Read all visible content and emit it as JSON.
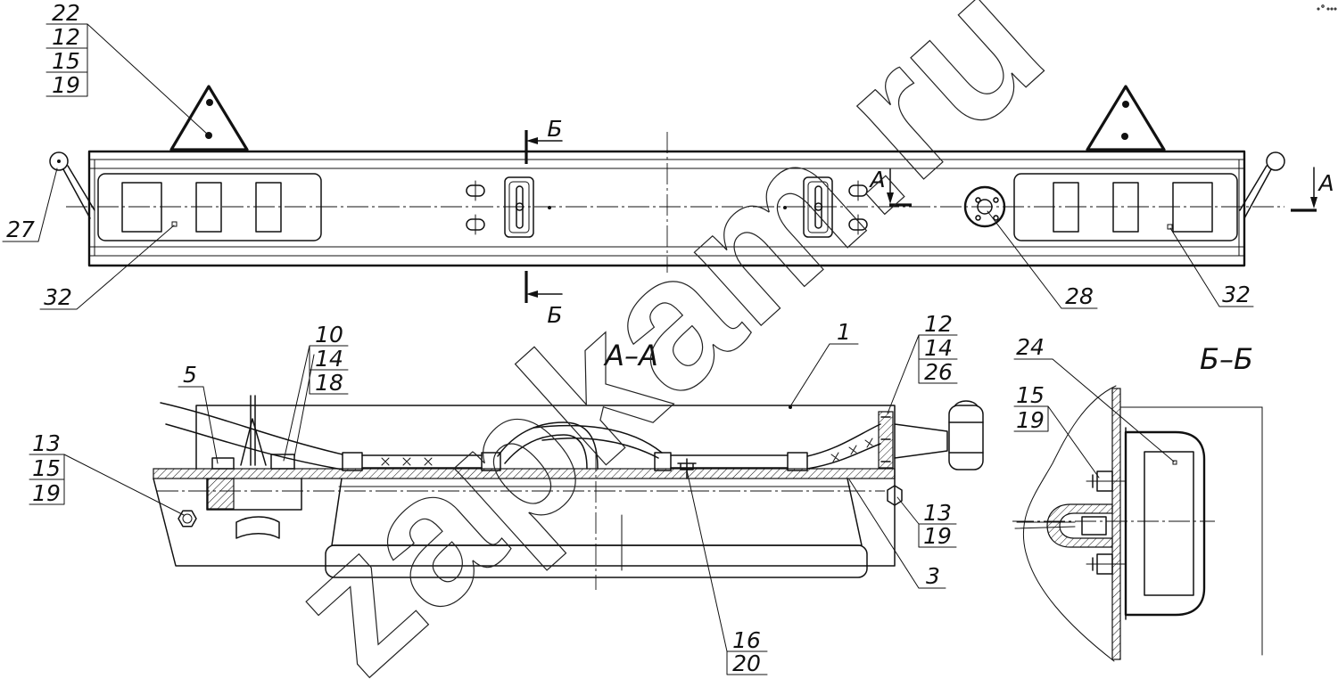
{
  "watermark": "zapkam.ru",
  "top_view": {
    "reflector_callout": [
      "22",
      "12",
      "15",
      "19"
    ],
    "handle_callout": "27",
    "left_lamp_callout": "32",
    "right_lamp_callout": "32",
    "round_part_callout": "28",
    "cut_b_label_top": "Б",
    "cut_b_label_bottom": "Б",
    "cut_a_label_center": "А",
    "cut_a_label_right": "А"
  },
  "section_a_a": {
    "title": "А–А",
    "callout_1": "1",
    "callout_3": "3",
    "callout_5": "5",
    "callout_10_14_18": [
      "10",
      "14",
      "18"
    ],
    "callout_12_14_26": [
      "12",
      "14",
      "26"
    ],
    "callout_13_15_19": [
      "13",
      "15",
      "19"
    ],
    "callout_13_19": [
      "13",
      "19"
    ],
    "callout_16_20": [
      "16",
      "20"
    ]
  },
  "section_b_b": {
    "title": "Б–Б",
    "callout_24": "24",
    "callout_15_19": [
      "15",
      "19"
    ]
  },
  "colors": {
    "line": "#111111",
    "background": "#ffffff"
  }
}
